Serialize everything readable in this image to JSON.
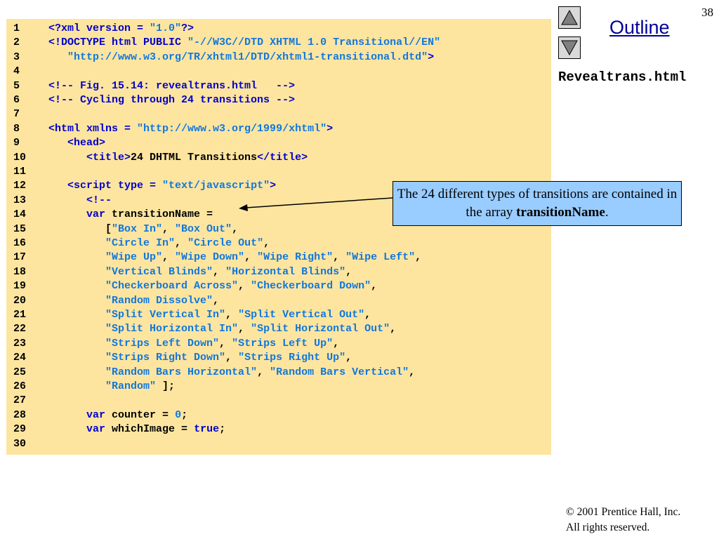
{
  "page_number": "38",
  "outline_label": "Outline",
  "filename": "Revealtrans.html",
  "callout": {
    "text_prefix": "The 24 different types of transitions are contained in the array ",
    "bold": "transitionName",
    "text_suffix": "."
  },
  "copyright": {
    "symbol": "©",
    "line1": " 2001 Prentice Hall, Inc.",
    "line2": "All rights reserved."
  },
  "nav": {
    "up_icon": "triangle-up-icon",
    "down_icon": "triangle-down-icon"
  },
  "colors": {
    "code_bg": "#fde5a0",
    "keyword": "#0000cc",
    "string": "#1177dd",
    "callout_bg": "#99ccff",
    "link": "#000099"
  },
  "code_lines": [
    {
      "n": "1",
      "t": [
        [
          "<?xml version = ",
          "k"
        ],
        [
          "\"1.0\"",
          "s"
        ],
        [
          "?>",
          "k"
        ]
      ]
    },
    {
      "n": "2",
      "t": [
        [
          "<!DOCTYPE html PUBLIC ",
          "k"
        ],
        [
          "\"-//W3C//DTD XHTML 1.0 Transitional//EN\"",
          "s"
        ]
      ]
    },
    {
      "n": "3",
      "t": [
        [
          "   ",
          ""
        ],
        [
          "\"http://www.w3.org/TR/xhtml1/DTD/xhtml1-transitional.dtd\"",
          "s"
        ],
        [
          ">",
          "k"
        ]
      ]
    },
    {
      "n": "4",
      "t": []
    },
    {
      "n": "5",
      "t": [
        [
          "<!-- Fig. 15.14: revealtrans.html   -->",
          "k"
        ]
      ]
    },
    {
      "n": "6",
      "t": [
        [
          "<!-- Cycling through 24 transitions -->",
          "k"
        ]
      ]
    },
    {
      "n": "7",
      "t": []
    },
    {
      "n": "8",
      "t": [
        [
          "<html xmlns = ",
          "k"
        ],
        [
          "\"http://www.w3.org/1999/xhtml\"",
          "s"
        ],
        [
          ">",
          "k"
        ]
      ]
    },
    {
      "n": "9",
      "t": [
        [
          "   ",
          ""
        ],
        [
          "<head>",
          "k"
        ]
      ]
    },
    {
      "n": "10",
      "t": [
        [
          "      ",
          ""
        ],
        [
          "<title>",
          "k"
        ],
        [
          "24 DHTML Transitions",
          ""
        ],
        [
          "</title>",
          "k"
        ]
      ]
    },
    {
      "n": "11",
      "t": []
    },
    {
      "n": "12",
      "t": [
        [
          "   ",
          ""
        ],
        [
          "<script type = ",
          "k"
        ],
        [
          "\"text/javascript\"",
          "s"
        ],
        [
          ">",
          "k"
        ]
      ]
    },
    {
      "n": "13",
      "t": [
        [
          "      ",
          ""
        ],
        [
          "<!--",
          "k"
        ]
      ]
    },
    {
      "n": "14",
      "t": [
        [
          "      ",
          ""
        ],
        [
          "var",
          "k"
        ],
        [
          " transitionName =",
          ""
        ]
      ]
    },
    {
      "n": "15",
      "t": [
        [
          "         [",
          ""
        ],
        [
          "\"Box In\"",
          "s"
        ],
        [
          ", ",
          ""
        ],
        [
          "\"Box Out\"",
          "s"
        ],
        [
          ",",
          ""
        ]
      ]
    },
    {
      "n": "16",
      "t": [
        [
          "         ",
          ""
        ],
        [
          "\"Circle In\"",
          "s"
        ],
        [
          ", ",
          ""
        ],
        [
          "\"Circle Out\"",
          "s"
        ],
        [
          ",",
          ""
        ]
      ]
    },
    {
      "n": "17",
      "t": [
        [
          "         ",
          ""
        ],
        [
          "\"Wipe Up\"",
          "s"
        ],
        [
          ", ",
          ""
        ],
        [
          "\"Wipe Down\"",
          "s"
        ],
        [
          ", ",
          ""
        ],
        [
          "\"Wipe Right\"",
          "s"
        ],
        [
          ", ",
          ""
        ],
        [
          "\"Wipe Left\"",
          "s"
        ],
        [
          ",",
          ""
        ]
      ]
    },
    {
      "n": "18",
      "t": [
        [
          "         ",
          ""
        ],
        [
          "\"Vertical Blinds\"",
          "s"
        ],
        [
          ", ",
          ""
        ],
        [
          "\"Horizontal Blinds\"",
          "s"
        ],
        [
          ",",
          ""
        ]
      ]
    },
    {
      "n": "19",
      "t": [
        [
          "         ",
          ""
        ],
        [
          "\"Checkerboard Across\"",
          "s"
        ],
        [
          ", ",
          ""
        ],
        [
          "\"Checkerboard Down\"",
          "s"
        ],
        [
          ",",
          ""
        ]
      ]
    },
    {
      "n": "20",
      "t": [
        [
          "         ",
          ""
        ],
        [
          "\"Random Dissolve\"",
          "s"
        ],
        [
          ",",
          ""
        ]
      ]
    },
    {
      "n": "21",
      "t": [
        [
          "         ",
          ""
        ],
        [
          "\"Split Vertical In\"",
          "s"
        ],
        [
          ", ",
          ""
        ],
        [
          "\"Split Vertical Out\"",
          "s"
        ],
        [
          ",",
          ""
        ]
      ]
    },
    {
      "n": "22",
      "t": [
        [
          "         ",
          ""
        ],
        [
          "\"Split Horizontal In\"",
          "s"
        ],
        [
          ", ",
          ""
        ],
        [
          "\"Split Horizontal Out\"",
          "s"
        ],
        [
          ",",
          ""
        ]
      ]
    },
    {
      "n": "23",
      "t": [
        [
          "         ",
          ""
        ],
        [
          "\"Strips Left Down\"",
          "s"
        ],
        [
          ", ",
          ""
        ],
        [
          "\"Strips Left Up\"",
          "s"
        ],
        [
          ",",
          ""
        ]
      ]
    },
    {
      "n": "24",
      "t": [
        [
          "         ",
          ""
        ],
        [
          "\"Strips Right Down\"",
          "s"
        ],
        [
          ", ",
          ""
        ],
        [
          "\"Strips Right Up\"",
          "s"
        ],
        [
          ",",
          ""
        ]
      ]
    },
    {
      "n": "25",
      "t": [
        [
          "         ",
          ""
        ],
        [
          "\"Random Bars Horizontal\"",
          "s"
        ],
        [
          ", ",
          ""
        ],
        [
          "\"Random Bars Vertical\"",
          "s"
        ],
        [
          ",",
          ""
        ]
      ]
    },
    {
      "n": "26",
      "t": [
        [
          "         ",
          ""
        ],
        [
          "\"Random\"",
          "s"
        ],
        [
          " ];",
          ""
        ]
      ]
    },
    {
      "n": "27",
      "t": []
    },
    {
      "n": "28",
      "t": [
        [
          "      ",
          ""
        ],
        [
          "var",
          "k"
        ],
        [
          " counter = ",
          ""
        ],
        [
          "0",
          "s"
        ],
        [
          ";",
          ""
        ]
      ]
    },
    {
      "n": "29",
      "t": [
        [
          "      ",
          ""
        ],
        [
          "var",
          "k"
        ],
        [
          " whichImage = ",
          ""
        ],
        [
          "true",
          "k"
        ],
        [
          ";",
          ""
        ]
      ]
    },
    {
      "n": "30",
      "t": []
    }
  ]
}
